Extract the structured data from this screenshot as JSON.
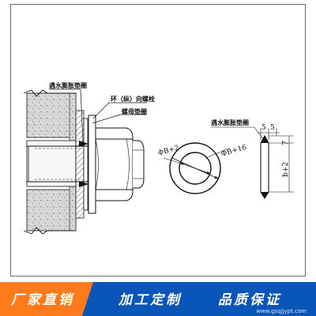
{
  "labels": {
    "washer_top_left": "遇水膨胀垫圈",
    "bolt": "环（纵）向螺栓",
    "gasket": "螺母垫圈",
    "washer_right": "遇水膨胀垫圈"
  },
  "dims": {
    "inner": "ΦB+2",
    "outer": "ΦB+16",
    "w1": "5",
    "w2": "5",
    "h1": "7",
    "h2": "b+2"
  },
  "banner": {
    "slogan1": "厂家直销",
    "slogan2": "加工定制",
    "slogan3": "品质保证",
    "website": "www.gsqjjypt.com"
  },
  "colors": {
    "banner_blue": "#0a56b8",
    "banner_orange": "#ff7a1a",
    "line": "#111111"
  }
}
